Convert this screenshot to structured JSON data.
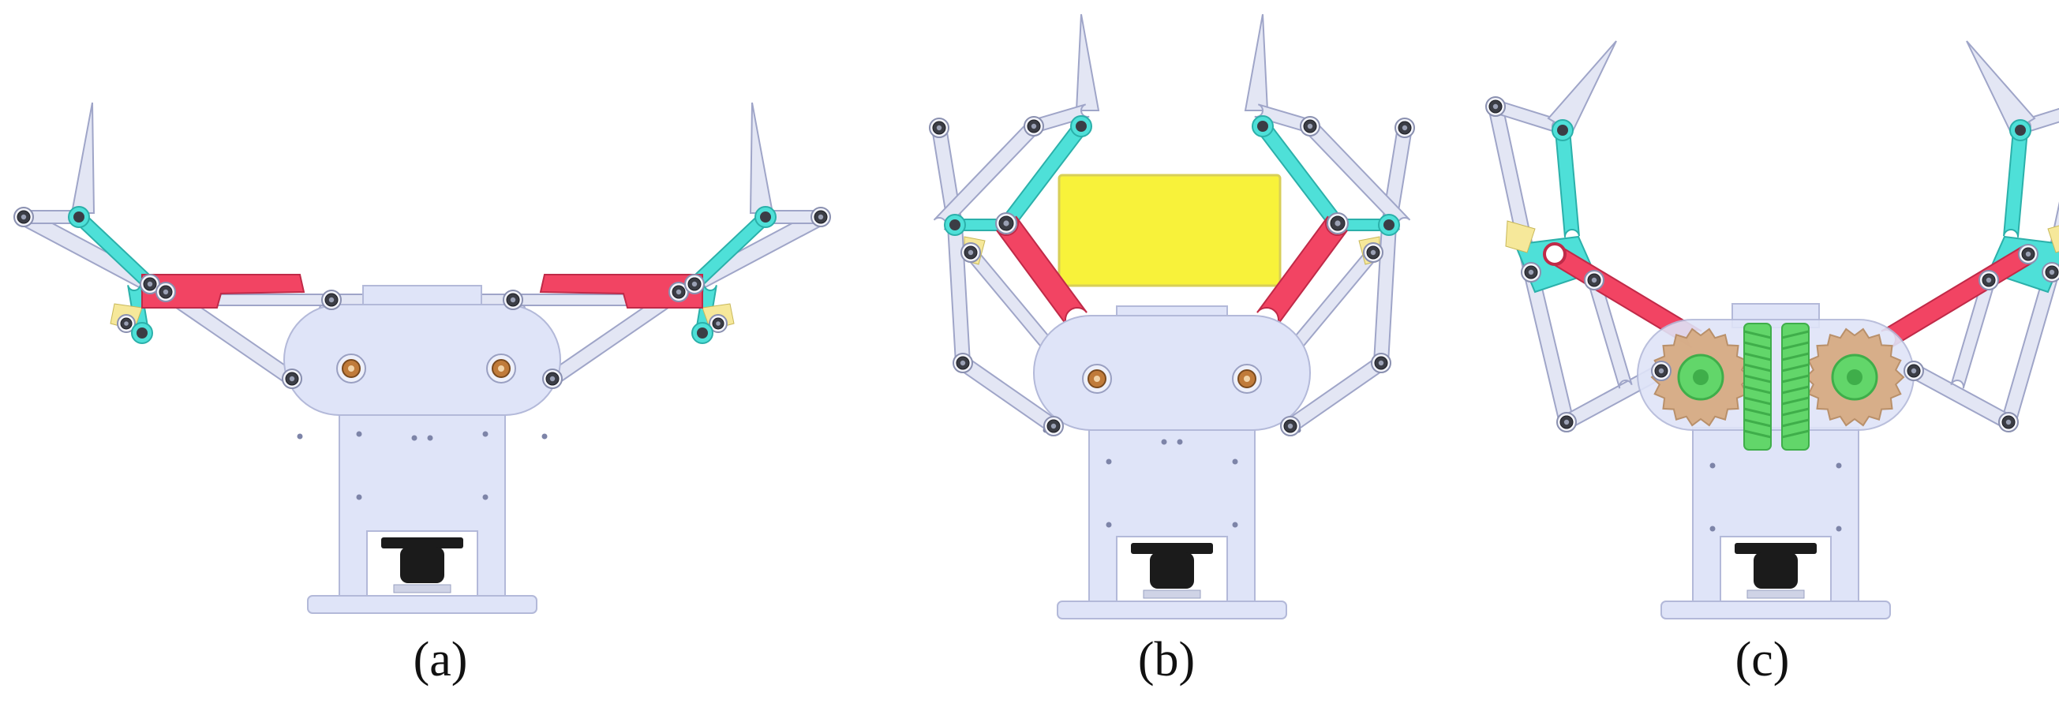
{
  "panels": [
    {
      "id": "a",
      "caption": "(a)",
      "state": "fully-open",
      "has_payload": false,
      "show_gears": false
    },
    {
      "id": "b",
      "caption": "(b)",
      "state": "grasping-object",
      "has_payload": true,
      "show_gears": false
    },
    {
      "id": "c",
      "caption": "(c)",
      "state": "open-internal-gears-visible",
      "has_payload": false,
      "show_gears": true
    }
  ],
  "colors": {
    "link_fill": "#e3e6f4",
    "link_stroke": "#9fa5c8",
    "body_fill": "#dfe4f8",
    "body_stroke": "#b3b9d9",
    "crank": "#f24463",
    "coupler": "#4ee0d8",
    "coupler_stroke": "#2bb0aa",
    "spacer": "#f6e89a",
    "payload_fill": "#f8f23a",
    "payload_stroke": "#d8cf58",
    "gear": "#d6a97e",
    "gear_stroke": "#b5875b",
    "worm": "#62d66a",
    "worm_dark": "#3fae4a",
    "motor": "#1b1b1b",
    "boss": "#c07b3a"
  }
}
